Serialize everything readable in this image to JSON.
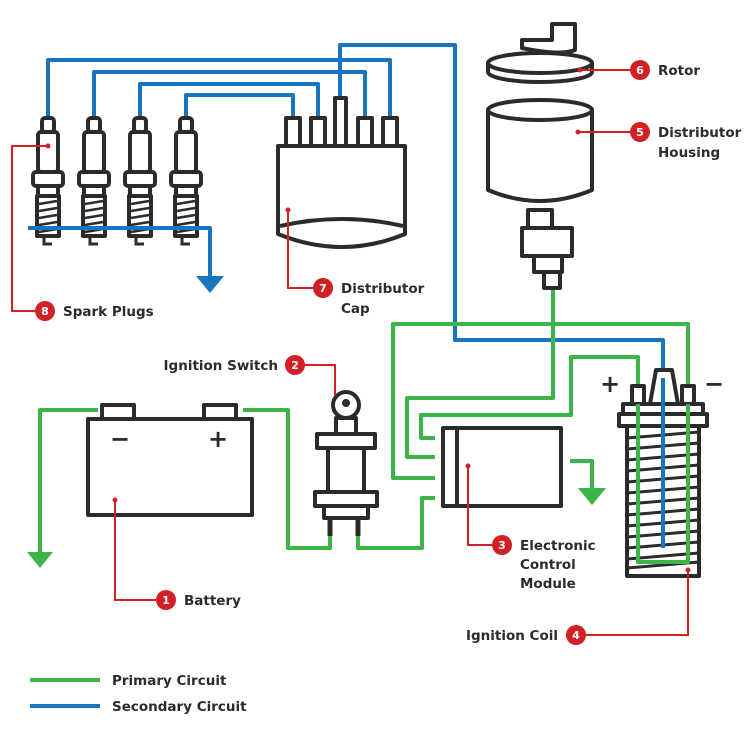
{
  "colors": {
    "primary_circuit": "#3cb44a",
    "secondary_circuit": "#1a75c0",
    "callout": "#d22027",
    "outline": "#2b2b2b"
  },
  "components": [
    {
      "number": "1",
      "label": "Battery"
    },
    {
      "number": "2",
      "label": "Ignition Switch"
    },
    {
      "number": "3",
      "label_lines": [
        "Electronic",
        "Control",
        "Module"
      ]
    },
    {
      "number": "4",
      "label": "Ignition Coil"
    },
    {
      "number": "5",
      "label_lines": [
        "Distributor",
        "Housing"
      ]
    },
    {
      "number": "6",
      "label": "Rotor"
    },
    {
      "number": "7",
      "label_lines": [
        "Distributor",
        "Cap"
      ]
    },
    {
      "number": "8",
      "label": "Spark Plugs"
    }
  ],
  "battery": {
    "negative": "−",
    "positive": "+"
  },
  "coil": {
    "positive": "+",
    "negative": "−"
  },
  "legend": [
    {
      "label": "Primary Circuit",
      "color": "#3cb44a"
    },
    {
      "label": "Secondary Circuit",
      "color": "#1a75c0"
    }
  ]
}
